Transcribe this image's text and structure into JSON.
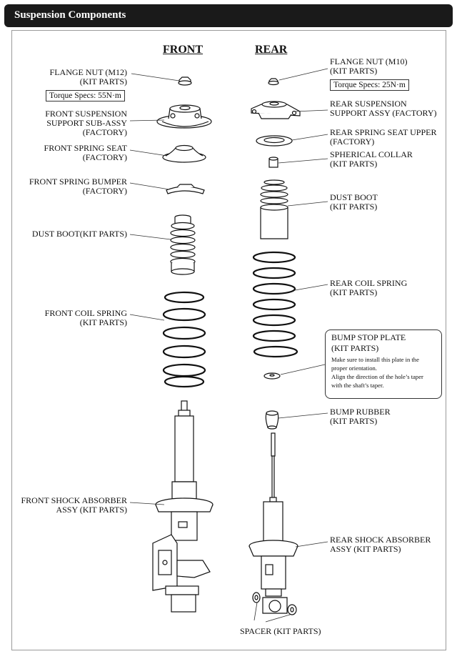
{
  "header": {
    "title": "Suspension Components"
  },
  "columns": {
    "front": "FRONT",
    "rear": "REAR"
  },
  "front": {
    "flange_nut": [
      "FLANGE NUT (M12)",
      "(KIT PARTS)"
    ],
    "torque": "Torque Specs: 55N·m",
    "support": [
      "FRONT SUSPENSION",
      "SUPPORT SUB-ASSY",
      "(FACTORY)"
    ],
    "spring_seat": [
      "FRONT SPRING SEAT",
      "(FACTORY)"
    ],
    "bumper": [
      "FRONT SPRING BUMPER",
      "(FACTORY)"
    ],
    "dust_boot": [
      "DUST BOOT(KIT PARTS)"
    ],
    "coil_spring": [
      "FRONT COIL SPRING",
      "(KIT PARTS)"
    ],
    "shock": [
      "FRONT SHOCK ABSORBER",
      "ASSY (KIT PARTS)"
    ]
  },
  "rear": {
    "flange_nut": [
      "FLANGE NUT (M10)",
      "(KIT PARTS)"
    ],
    "torque": "Torque Specs: 25N·m",
    "support": [
      "REAR SUSPENSION",
      "SUPPORT ASSY (FACTORY)"
    ],
    "spring_seat": [
      "REAR SPRING SEAT UPPER",
      "(FACTORY)"
    ],
    "collar": [
      "SPHERICAL COLLAR",
      "(KIT PARTS)"
    ],
    "dust_boot": [
      "DUST BOOT",
      "(KIT PARTS)"
    ],
    "coil_spring": [
      "REAR COIL SPRING",
      "(KIT PARTS)"
    ],
    "bump_stop": {
      "title": [
        "BUMP STOP PLATE",
        "(KIT PARTS)"
      ],
      "note": [
        "Make sure to install this plate in the",
        "proper orientation.",
        "Align the direction of the hole’s taper",
        "with the shaft’s taper."
      ]
    },
    "bump_rubber": [
      "BUMP RUBBER",
      "(KIT PARTS)"
    ],
    "shock": [
      "REAR SHOCK ABSORBER",
      "ASSY (KIT PARTS)"
    ],
    "spacer": [
      "SPACER (KIT PARTS)"
    ]
  },
  "colors": {
    "header_bg": "#1a1a1a",
    "header_text": "#ffffff",
    "stroke": "#111111",
    "frame": "#9a9a9a"
  }
}
